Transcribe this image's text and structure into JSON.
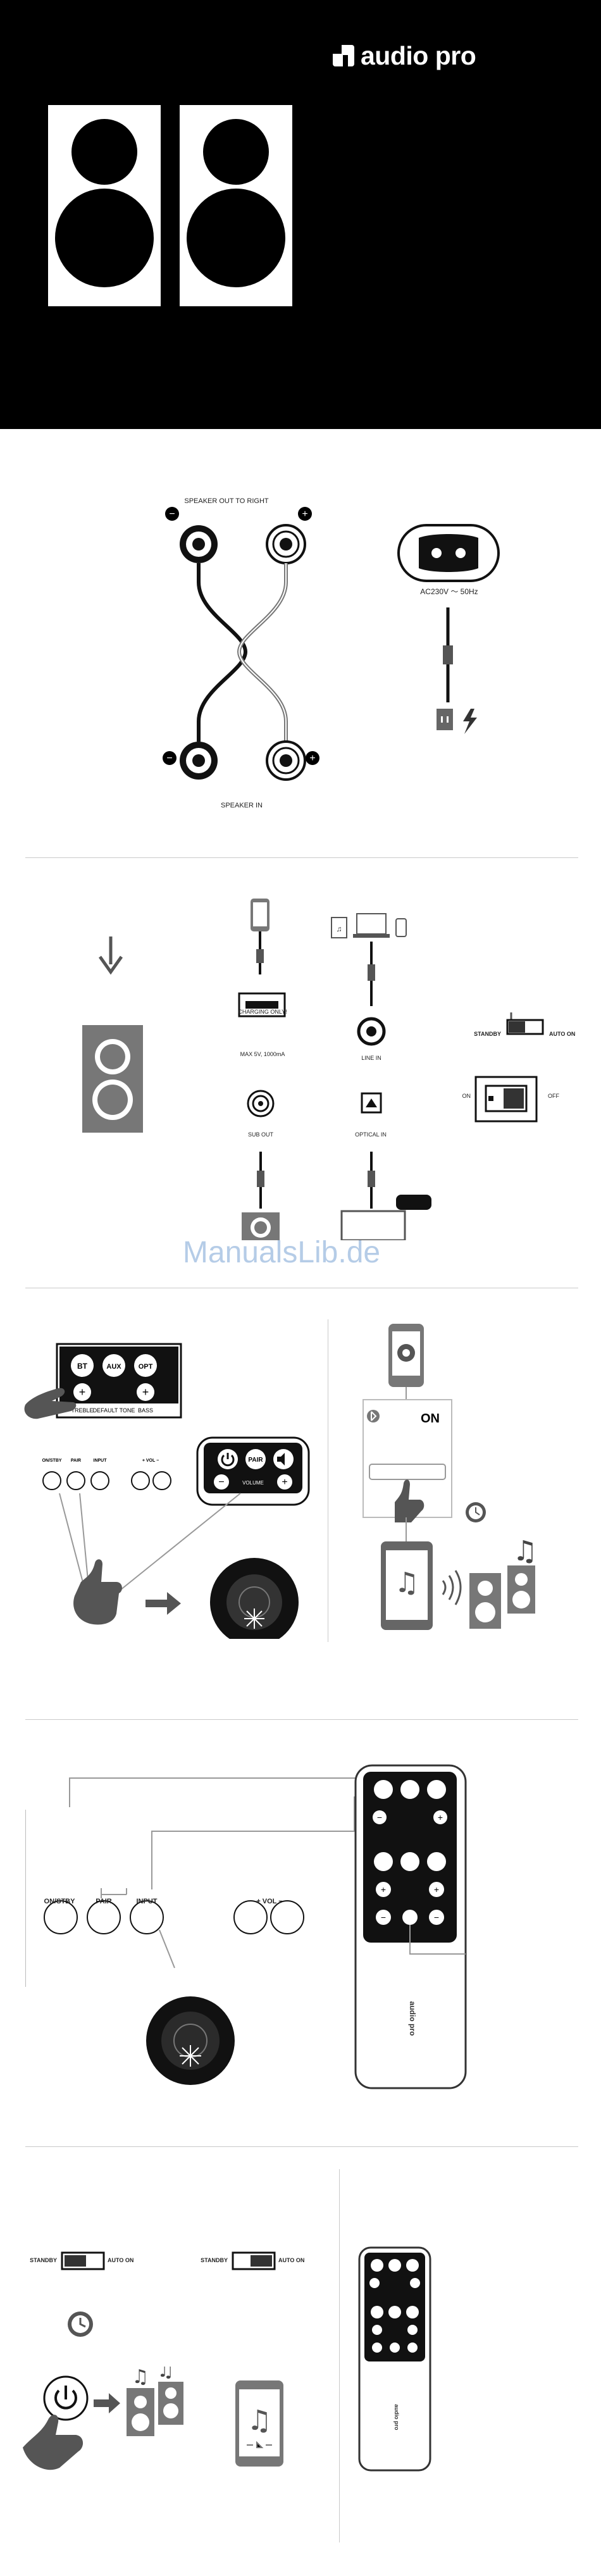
{
  "brand": {
    "name": "audio pro"
  },
  "watermark": "ManualsLib.de",
  "section1": {
    "speaker_out_label": "SPEAKER OUT TO RIGHT",
    "speaker_in_label": "SPEAKER IN",
    "power_label": "AC230V ～ 50Hz",
    "minus": "−",
    "plus": "+"
  },
  "section2": {
    "charging_label": "CHARGING ONLY!",
    "charging_sub": "MAX 5V, 1000mA",
    "line_in_label": "LINE IN",
    "sub_out_label": "SUB OUT",
    "optical_label": "OPTICAL IN",
    "standby_label": "STANDBY",
    "auto_on_label": "AUTO ON",
    "on_label": "ON",
    "off_label": "OFF"
  },
  "section3": {
    "remote_bt": "BT",
    "remote_aux": "AUX",
    "remote_opt": "OPT",
    "remote_treble": "TREBLE",
    "remote_default_tone": "DEFAULT TONE",
    "remote_bass": "BASS",
    "remote_volume": "VOLUME",
    "remote_pair": "PAIR",
    "phone_on_label": "ON",
    "panel_labels": [
      "ON/STBY",
      "PAIR",
      "INPUT",
      "+ VOL −"
    ]
  },
  "section4": {
    "on_stby": "ON/STBY",
    "pair": "PAIR",
    "input": "INPUT",
    "vol": "+ VOL −",
    "remote_brand": "audio pro"
  },
  "section5": {
    "standby_label": "STANDBY",
    "auto_on_label": "AUTO ON"
  }
}
